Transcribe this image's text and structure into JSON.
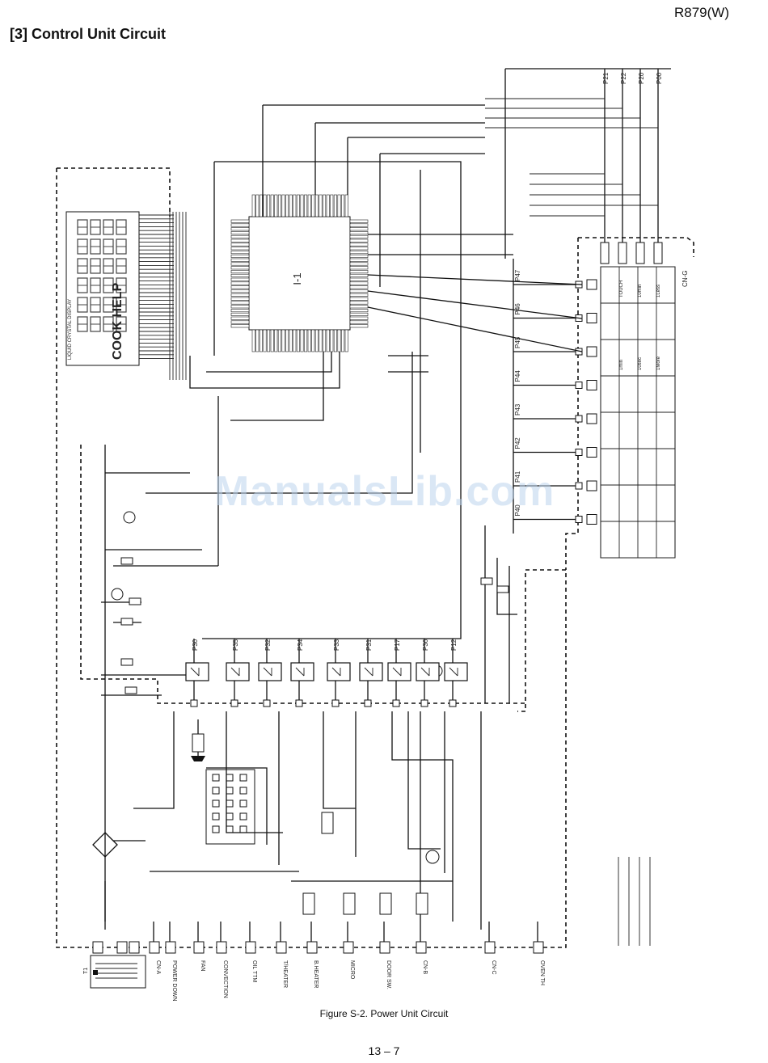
{
  "header": {
    "model": "R879(W)",
    "title": "[3] Control Unit Circuit"
  },
  "diagram": {
    "ic_label": "I-1",
    "display_label": "LIQUID CRYSTAL DISPLAY",
    "display_text": "COOK HELP",
    "top_ports": [
      "P21",
      "P22",
      "P20",
      "P00"
    ],
    "side_ports": [
      "P47",
      "P46",
      "P45",
      "P44",
      "P43",
      "P42",
      "P41",
      "P40"
    ],
    "relay_ports": [
      "P30",
      "P35",
      "P32",
      "P34",
      "P33",
      "P31",
      "P17",
      "P36",
      "P12"
    ],
    "connector_label": "CN-G",
    "key_rows": [
      [
        "TOUCH",
        "10min",
        "1Less"
      ],
      [
        "",
        "",
        ""
      ],
      [
        "1min",
        "10sec",
        "1More"
      ],
      [
        "",
        "",
        ""
      ],
      [
        "",
        "",
        ""
      ],
      [
        "",
        "",
        ""
      ],
      [
        "",
        "",
        ""
      ],
      [
        "",
        "",
        ""
      ]
    ],
    "bottom_connectors": [
      "CN-A",
      "POWER DOWN",
      "FAN",
      "CONVECTION",
      "OIL TTM",
      "T/HEATER",
      "B.HEATER",
      "MICRO",
      "DOOR SW.",
      "CN-B",
      "CN-C",
      "OVEN TH"
    ],
    "transformer_label": "T1"
  },
  "footer": {
    "caption": "Figure S-2. Power Unit Circuit",
    "page": "13 – 7"
  },
  "watermark": "ManualsLib.com"
}
